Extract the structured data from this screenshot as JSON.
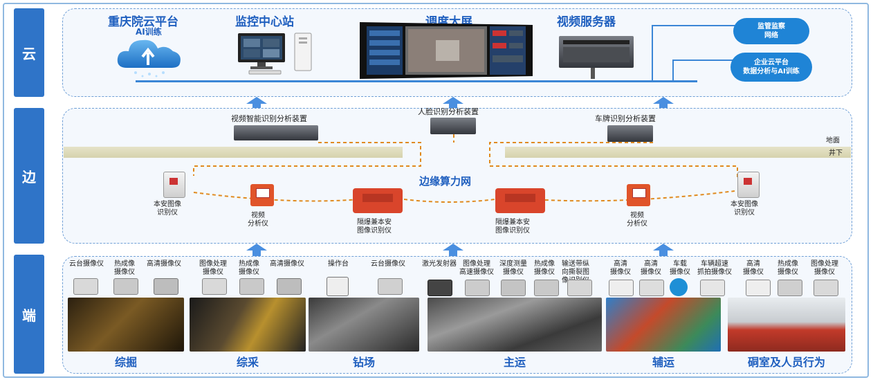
{
  "tiers": {
    "cloud": "云",
    "edge": "边",
    "end": "端"
  },
  "cloud_layer": {
    "chongqing_title": "重庆院云平台",
    "chongqing_sub": "AI训练",
    "monitor_station": "监控中心站",
    "dispatch_screen": "调度大屏",
    "video_server": "视频服务器",
    "regulator_cloud_line1": "监管监察",
    "regulator_cloud_line2": "网络",
    "enterprise_cloud_line1": "企业云平台",
    "enterprise_cloud_line2": "数据分析与AI训练"
  },
  "edge_layer": {
    "video_analyzer": "视频智能识别分析装置",
    "face_analyzer": "人脸识别分析装置",
    "plate_analyzer": "车牌识别分析装置",
    "ground_label": "地面",
    "underground_label": "井下",
    "network_label": "边缘算力网",
    "devices": [
      {
        "line1": "本安图像",
        "line2": "识别仪"
      },
      {
        "line1": "视频",
        "line2": "分析仪"
      },
      {
        "line1": "隔爆兼本安",
        "line2": "图像识别仪"
      },
      {
        "line1": "隔爆兼本安",
        "line2": "图像识别仪"
      },
      {
        "line1": "视频",
        "line2": "分析仪"
      },
      {
        "line1": "本安图像",
        "line2": "识别仪"
      }
    ]
  },
  "end_layer": {
    "scenes": [
      {
        "name": "综掘",
        "devices": [
          "云台摄像仪",
          "热成像\n摄像仪",
          "高清摄像仪"
        ]
      },
      {
        "name": "综采",
        "devices": [
          "图像处理\n摄像仪",
          "热成像\n摄像仪",
          "高清摄像仪"
        ]
      },
      {
        "name": "钻场",
        "devices": [
          "操作台",
          "云台摄像仪"
        ]
      },
      {
        "name": "主运",
        "devices": [
          "激光发射器",
          "图像处理\n高速摄像仪",
          "深度测量\n摄像仪",
          "热成像\n摄像仪",
          "输送带纵\n向撕裂图\n像识别仪"
        ]
      },
      {
        "name": "辅运",
        "devices": [
          "高清\n摄像仪",
          "高清\n摄像仪",
          "车载\n摄像仪",
          "车辆超速\n抓拍摄像仪"
        ]
      },
      {
        "name": "硐室及人员行为",
        "devices": [
          "高清\n摄像仪",
          "热成像\n摄像仪",
          "图像处理\n摄像仪"
        ]
      }
    ]
  },
  "colors": {
    "accent": "#2f74c8",
    "title": "#1f5fbf",
    "dashed_link": "#e08a1e",
    "red_device": "#d9452b"
  }
}
